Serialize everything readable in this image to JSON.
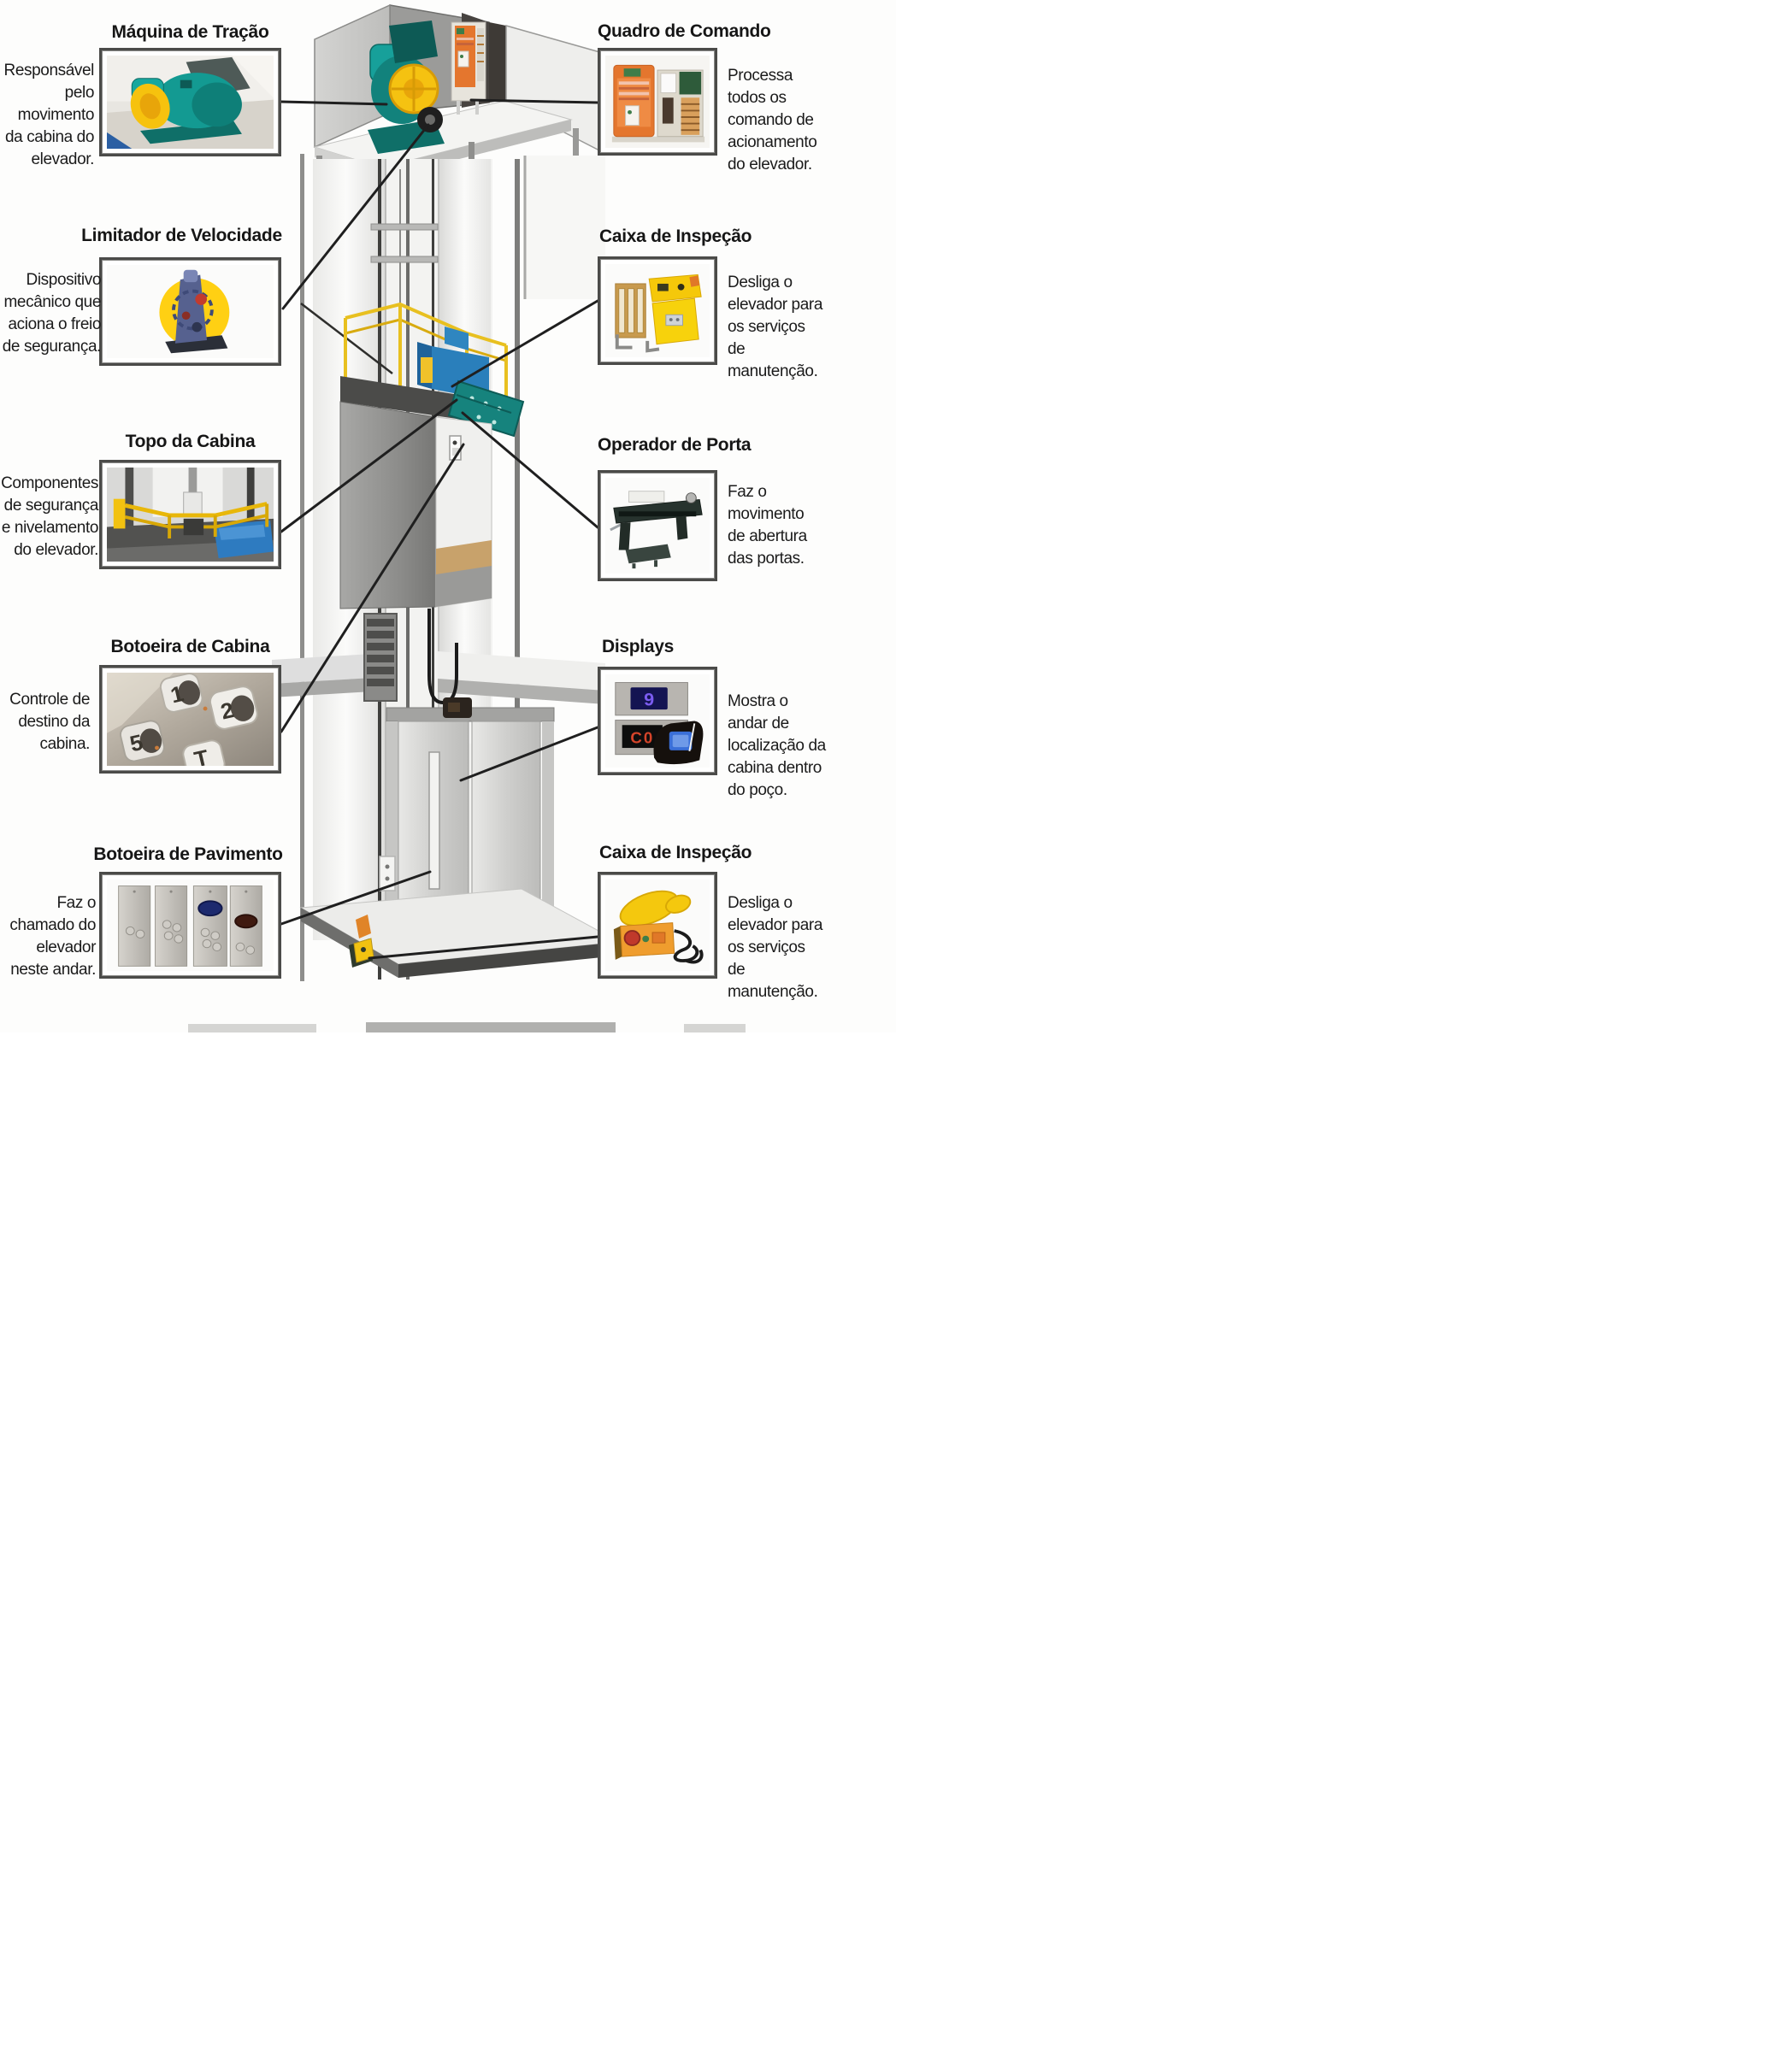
{
  "diagram": {
    "subject": "elevator-components",
    "language": "pt-BR"
  },
  "colors": {
    "connector_line": "#1f1f1f",
    "frame_border": "#4b4b49",
    "machine_teal": "#12827c",
    "sheave_yellow": "#f5c211",
    "panel_orange": "#e4762e",
    "inspection_yellow": "#f5c80a",
    "railing_yellow": "#e8c020",
    "crosshead_blue": "#2a7fbb",
    "display_digit_blue": "#7b5cf0",
    "display_digit_red": "#d4442a"
  },
  "callouts": {
    "left": [
      {
        "id": "maquina-de-tracao",
        "title": "Máquina de Tração",
        "description": "Responsável pelo movimento da cabina do elevador."
      },
      {
        "id": "limitador-de-velocidade",
        "title": "Limitador de Velocidade",
        "description": "Dispositivo mecânico que aciona o freio de segurança."
      },
      {
        "id": "topo-da-cabina",
        "title": "Topo da Cabina",
        "description": "Componentes de segurança e nivelamento do elevador."
      },
      {
        "id": "botoeira-de-cabina",
        "title": "Botoeira de Cabina",
        "description": "Controle de destino da cabina.",
        "photo_buttons": [
          "1",
          "2",
          "5",
          "T"
        ]
      },
      {
        "id": "botoeira-de-pavimento",
        "title": "Botoeira de Pavimento",
        "description": "Faz o chamado do elevador neste andar."
      }
    ],
    "right": [
      {
        "id": "quadro-de-comando",
        "title": "Quadro de Comando",
        "description": "Processa todos os comando de acionamento do elevador."
      },
      {
        "id": "caixa-de-inspecao-superior",
        "title": "Caixa de Inspeção",
        "description": "Desliga o elevador para os serviços de manutenção."
      },
      {
        "id": "operador-de-porta",
        "title": "Operador de Porta",
        "description": "Faz o movimento de abertura das portas."
      },
      {
        "id": "displays",
        "title": "Displays",
        "description": "Mostra o andar de localização da cabina dentro do poço.",
        "display_top": "9",
        "display_bottom": "C0"
      },
      {
        "id": "caixa-de-inspecao-inferior",
        "title": "Caixa de Inspeção",
        "description": "Desliga o elevador para os serviços de manutenção."
      }
    ]
  }
}
